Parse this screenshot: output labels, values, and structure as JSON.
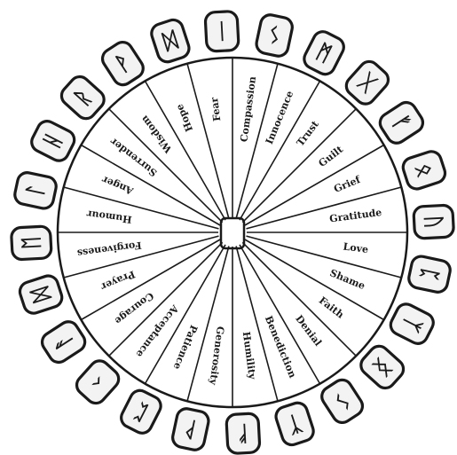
{
  "diagram": {
    "labels": [
      "Love",
      "Shame",
      "Faith",
      "Denial",
      "Benediction",
      "Humility",
      "Generosity",
      "Patience",
      "Acceptance",
      "Courage",
      "Prayer",
      "Forgiveness",
      "Humour",
      "Anger",
      "Surrender",
      "Wisdom",
      "Hope",
      "Fear",
      "Compassion",
      "Innocence",
      "Trust",
      "Guilt",
      "Grief",
      "Gratitude"
    ],
    "runes": [
      "ᛁ",
      "ᛊ",
      "ᛗ",
      "ᚷ",
      "ᚠ",
      "ᛟ",
      "ᚢ",
      "ᛈ",
      "ᛉ",
      "ᛝ",
      "ᛊ",
      "ᛉ",
      "ᚠ",
      "ᚹ",
      "ᛈ",
      "ᚲ",
      "ᚨ",
      "ᛞ",
      "ᛖ",
      "ᛚ",
      "ᚺ",
      "ᚱ",
      "ᚹ",
      "ᛞ"
    ],
    "colors": {
      "ink": "#1a1a1a",
      "tile_fill": "#f3f3f3",
      "background": "#ffffff"
    }
  }
}
